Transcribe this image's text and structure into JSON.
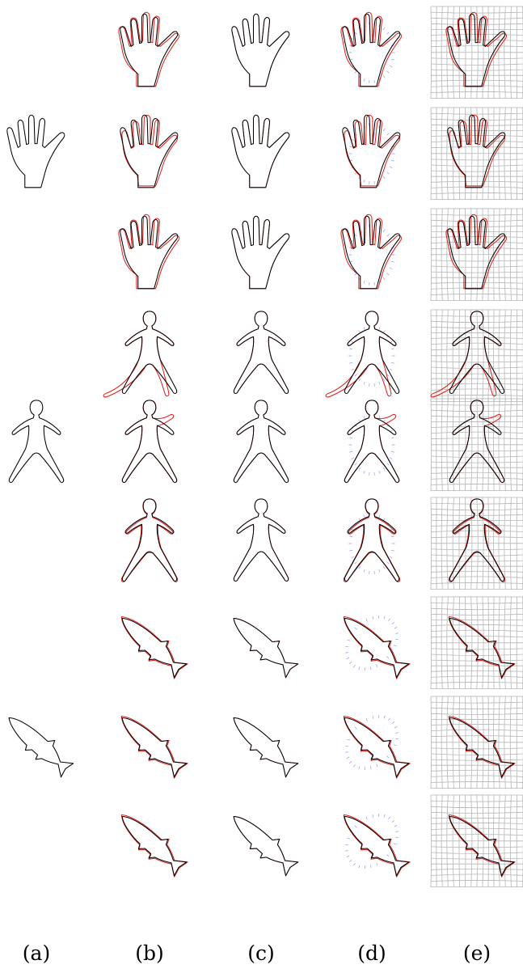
{
  "figure": {
    "column_labels": [
      "(a)",
      "(b)",
      "(c)",
      "(d)",
      "(e)"
    ],
    "shapes": [
      "hand",
      "human",
      "fish"
    ],
    "instances_per_shape": 3,
    "colors": {
      "reference_contour": "#000000",
      "target_contour": "#e0201b",
      "correspondence_lines": "#3a3ad6",
      "deformation_grid": "#b5b5b5"
    }
  }
}
